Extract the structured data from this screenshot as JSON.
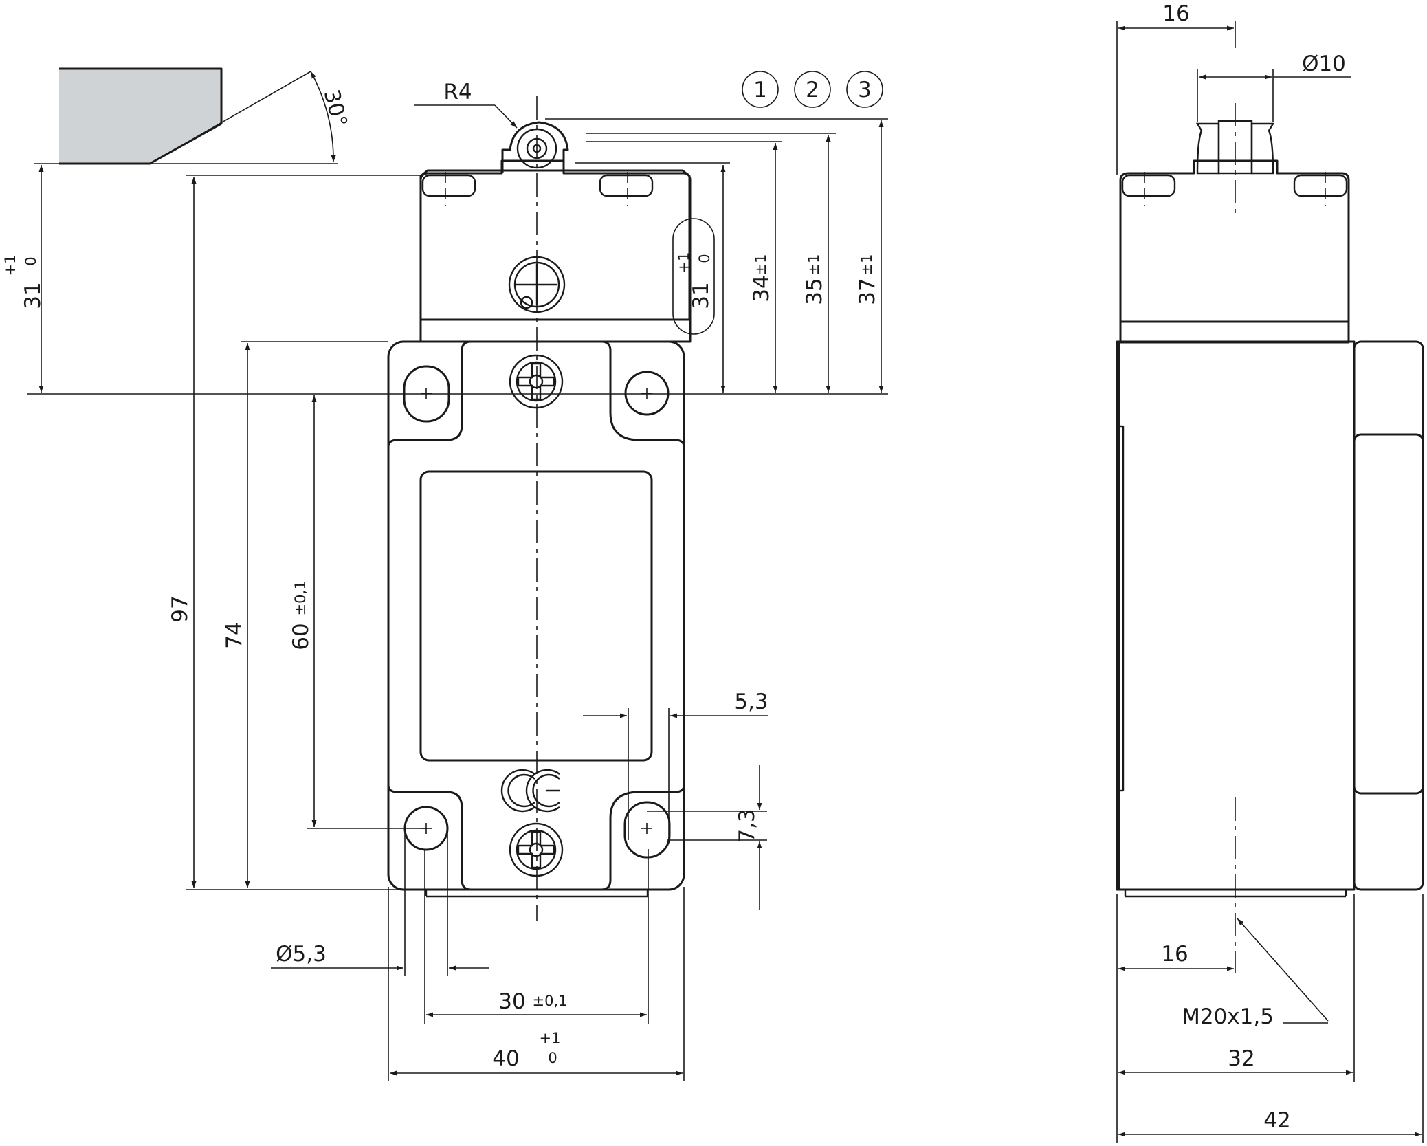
{
  "title": "",
  "front_view": {
    "dim_R4": "R4",
    "dim_30deg": "30°",
    "marker_1": "1",
    "marker_2": "2",
    "marker_3": "3",
    "dim_31": "31",
    "dim_31_tol_upper": "+1",
    "dim_31_tol_lower": "0",
    "dim_31b": "31",
    "dim_31b_tol_upper": "+1",
    "dim_31b_tol_lower": "0",
    "dim_34": "34",
    "dim_34_tol": "±1",
    "dim_35": "35",
    "dim_35_tol": "±1",
    "dim_37": "37",
    "dim_37_tol": "±1",
    "dim_97": "97",
    "dim_74": "74",
    "dim_60": "60",
    "dim_60_tol": "±0,1",
    "dim_5_3": "5,3",
    "dim_7_3": "7,3",
    "dim_dia_5_3": "Ø5,3",
    "dim_30": "30",
    "dim_30_tol": "±0,1",
    "dim_40": "40",
    "dim_40_tol_upper": "+1",
    "dim_40_tol_lower": "0",
    "ce_mark": "CE"
  },
  "side_view": {
    "dim_16_top": "16",
    "dim_dia_10": "Ø10",
    "dim_16_bottom": "16",
    "thread": "M20x1,5",
    "dim_32": "32",
    "dim_42": "42"
  }
}
